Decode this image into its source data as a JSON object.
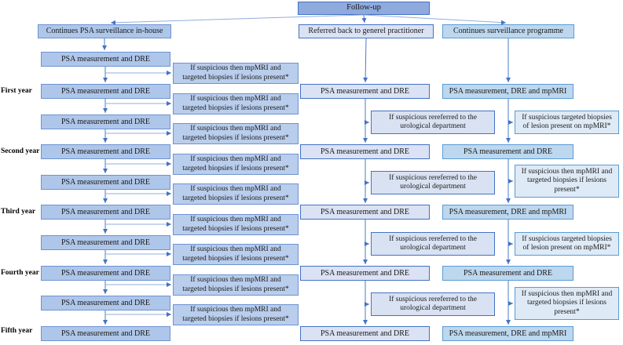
{
  "figure": {
    "title": "Follow-up"
  },
  "year_labels": [
    "First year",
    "Second year",
    "Third year",
    "Fourth year",
    "Fifth year"
  ],
  "columns": {
    "inhouse": {
      "header": "Continues PSA surveillance in-house",
      "psa_box": "PSA measurement and DRE",
      "if_box": "If suspicious then mpMRI and\ntargeted biopsies if lesions present*"
    },
    "gp": {
      "header": "Referred back to generel practitioner",
      "psa_box": "PSA measurement and DRE",
      "if_box": "If suspicious rereferred to the\nurological department"
    },
    "surveillance": {
      "header": "Continues surveillance programme",
      "year_boxes": [
        "PSA measurement, DRE and mpMRI",
        "PSA measurement and DRE",
        "PSA measurement, DRE and mpMRI",
        "PSA measurement and DRE",
        "PSA measurement, DRE and mpMRI"
      ],
      "if_boxes": [
        "If suspicious targeted biopsies\nof lesion present on mpMRI*",
        "If suspicious then mpMRI and\ntargeted biopsies if lesions\npresent*",
        "If suspicious targeted biopsies\nof lesion present on mpMRI*",
        "If suspicious then mpMRI and\ntargeted biopsies if lesions\npresent*"
      ]
    }
  },
  "colors": {
    "followup_fill": "#8FAADC",
    "inhouse_fill": "#AEC6E9",
    "gp_fill": "#DAE2F3",
    "surveillance_fill": "#BDD7EE",
    "surveillance_if_fill": "#DEEAF6",
    "border_blue": "#4472C4",
    "arrow_blue": "#4A7CC7"
  }
}
